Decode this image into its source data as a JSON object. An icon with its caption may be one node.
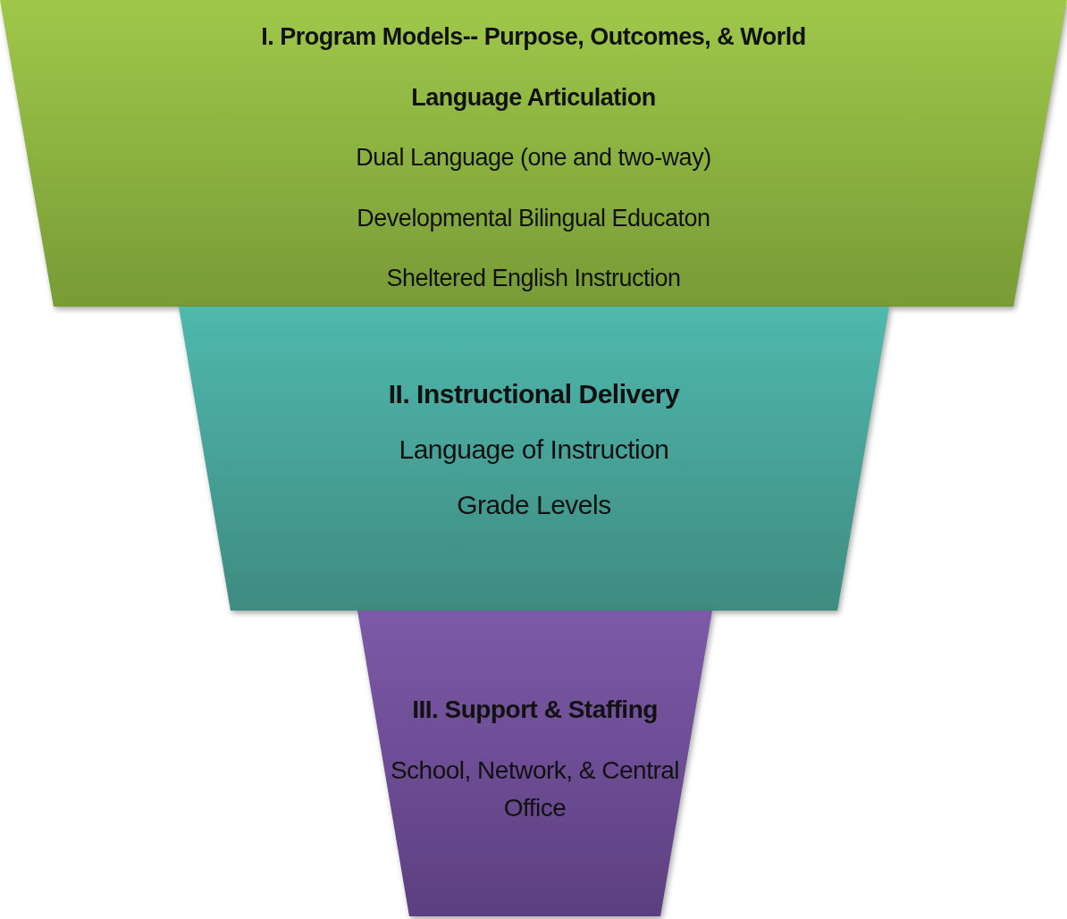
{
  "diagram": {
    "nodes": [
      {
        "text": [
          "I. Program Models-- Purpose, Outcomes, & World Language Articulation",
          "Dual Language (one and two-way)",
          "Developmental Bilingual Educaton",
          "Sheltered English Instruction"
        ]
      },
      {
        "text": [
          "II. Instructional Delivery",
          "Language of Instruction",
          "Grade Levels"
        ]
      },
      {
        "text": [
          "III. Support & Staffing",
          "School, Network, & Central Office"
        ]
      }
    ]
  }
}
